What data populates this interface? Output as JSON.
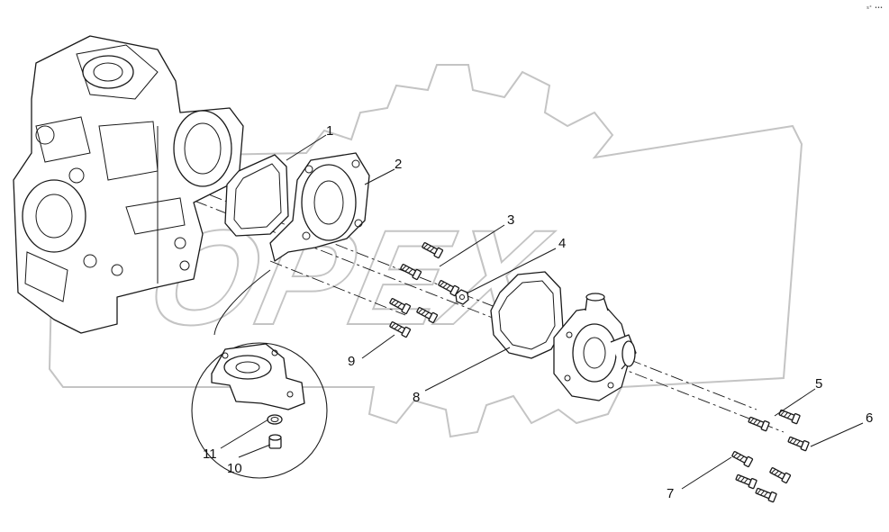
{
  "watermark": {
    "text": "OPEX",
    "color": "#c4c4c4"
  },
  "corner_note": "s° •••",
  "callouts": [
    {
      "id": "1",
      "label": "1"
    },
    {
      "id": "2",
      "label": "2"
    },
    {
      "id": "3",
      "label": "3"
    },
    {
      "id": "4",
      "label": "4"
    },
    {
      "id": "5",
      "label": "5"
    },
    {
      "id": "6",
      "label": "6"
    },
    {
      "id": "7",
      "label": "7"
    },
    {
      "id": "8",
      "label": "8"
    },
    {
      "id": "9",
      "label": "9"
    },
    {
      "id": "10",
      "label": "10"
    },
    {
      "id": "11",
      "label": "11"
    }
  ],
  "icons": {
    "engine_block": "engine-block-icon",
    "gasket": "gasket-icon",
    "pump_cover": "pump-cover-icon",
    "pump_housing": "pump-housing-icon",
    "bolt": "bolt-icon",
    "nut": "nut-icon",
    "plug": "plug-icon",
    "seal_ring": "seal-ring-icon"
  }
}
